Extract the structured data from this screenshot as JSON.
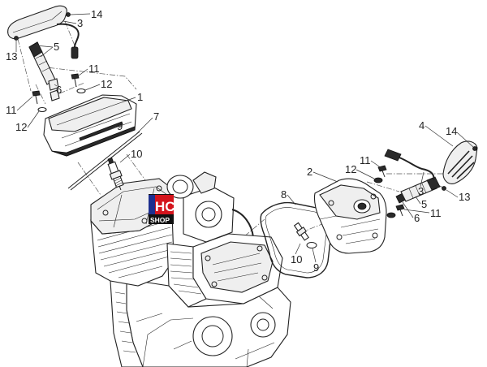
{
  "diagram": {
    "callouts_left": [
      "14",
      "3",
      "13",
      "5",
      "6",
      "11",
      "12",
      "11",
      "12",
      "1",
      "7",
      "9",
      "10"
    ],
    "callouts_right": [
      "4",
      "14",
      "11",
      "12",
      "2",
      "3",
      "13",
      "8",
      "5",
      "11",
      "6",
      "10",
      "9"
    ]
  },
  "logo": {
    "mark": "HC",
    "word": "SHOP"
  },
  "colors": {
    "background": "#ffffff",
    "line": "#222222",
    "logo_red": "#d4141c",
    "logo_blue": "#1d2f8f",
    "logo_dark": "#111111"
  }
}
